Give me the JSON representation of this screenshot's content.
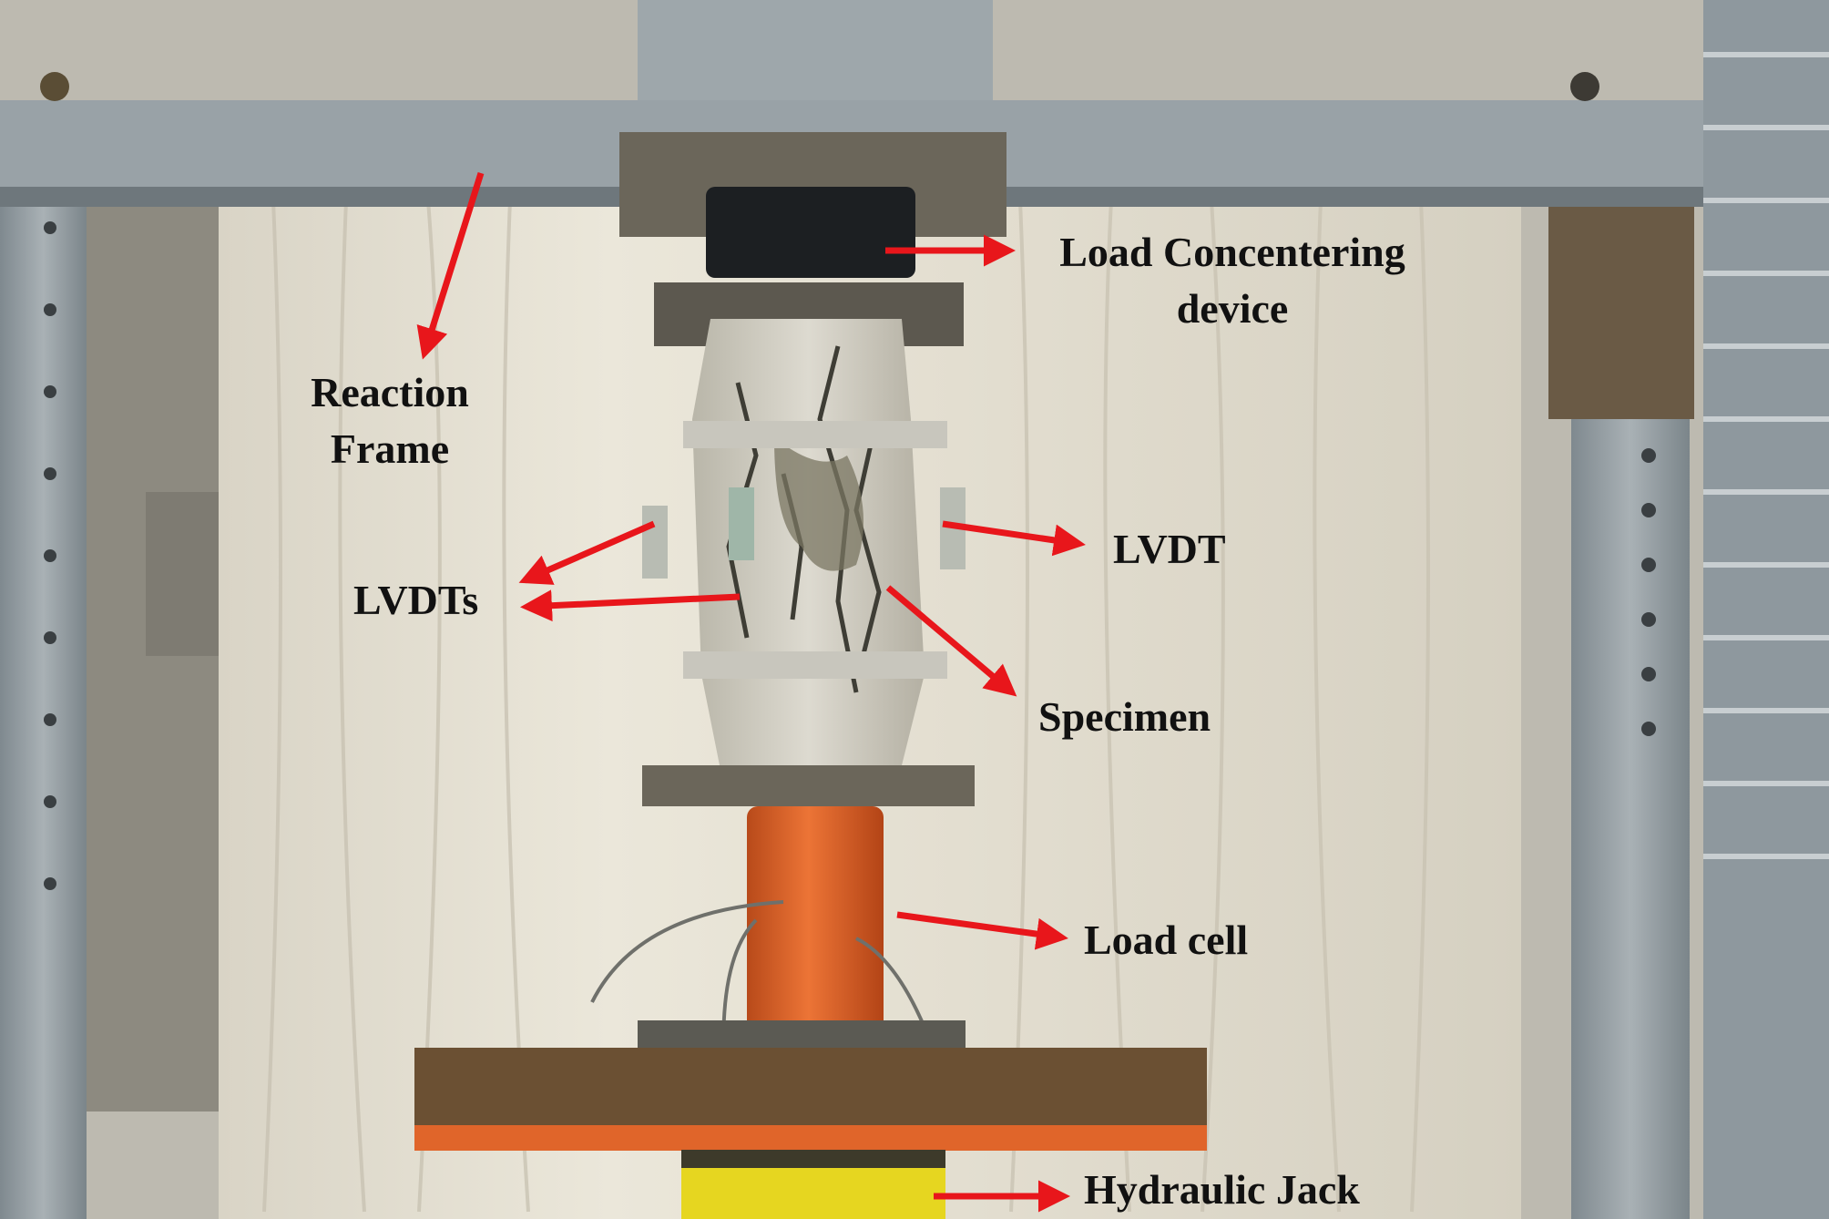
{
  "labels": {
    "reaction_frame_line1": "Reaction",
    "reaction_frame_line2": "Frame",
    "load_concentering_line1": "Load Concentering",
    "load_concentering_line2": "device",
    "lvdts": "LVDTs",
    "lvdt": "LVDT",
    "specimen": "Specimen",
    "load_cell": "Load cell",
    "hydraulic_jack": "Hydraulic Jack"
  },
  "colors": {
    "arrow": "#e8161b",
    "frame_steel": "#9aa3a8",
    "jack_orange": "#e0652a",
    "hydraulic_yellow": "#e8d81e",
    "curtain": "#e6e1d3"
  }
}
